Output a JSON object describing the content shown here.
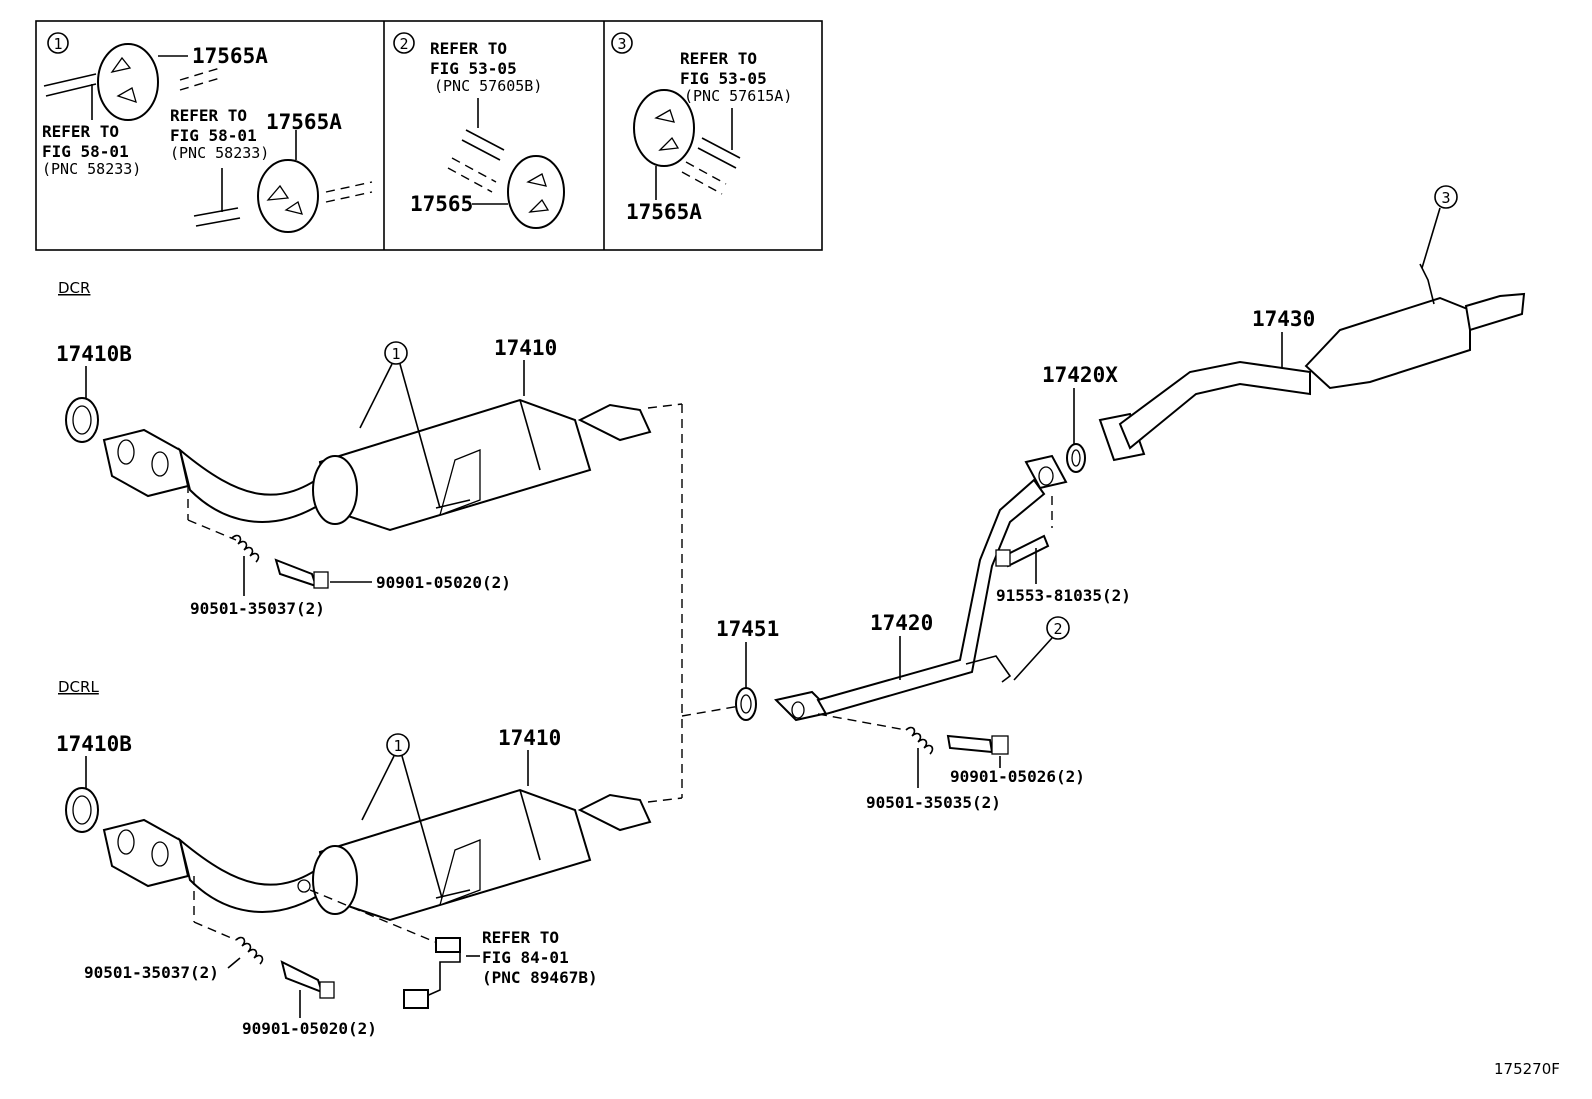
{
  "insets": [
    {
      "num": "1",
      "labels": [
        "17565A",
        "17565A"
      ],
      "ref_a": [
        "REFER TO",
        "FIG 58-01",
        "(PNC 58233)"
      ],
      "ref_b": [
        "REFER TO",
        "FIG 58-01",
        "(PNC 58233)"
      ]
    },
    {
      "num": "2",
      "labels": [
        "17565"
      ],
      "ref": [
        "REFER TO",
        "FIG 53-05",
        "(PNC 57605B)"
      ]
    },
    {
      "num": "3",
      "labels": [
        "17565A"
      ],
      "ref": [
        "REFER TO",
        "FIG 53-05",
        "(PNC 57615A)"
      ]
    }
  ],
  "variants": {
    "top": "DCR",
    "bottom": "DCRL"
  },
  "dcr": {
    "gasket": "17410B",
    "front_pipe": "17410",
    "callout": "1",
    "spring": "90501-35037(2)",
    "bolt": "90901-05020(2)"
  },
  "dcrl": {
    "gasket": "17410B",
    "front_pipe": "17410",
    "callout": "1",
    "spring": "90501-35037(2)",
    "bolt": "90901-05020(2)",
    "sensor_ref": [
      "REFER TO",
      "FIG 84-01",
      "(PNC 89467B)"
    ]
  },
  "center": {
    "ring": "17451",
    "center_pipe": "17420",
    "callout": "2",
    "spring": "90501-35035(2)",
    "bolt": "90901-05026(2)"
  },
  "tail": {
    "gasket": "17420X",
    "muffler": "17430",
    "callout": "3",
    "bolt": "91553-81035(2)"
  },
  "figure_id": "175270F"
}
